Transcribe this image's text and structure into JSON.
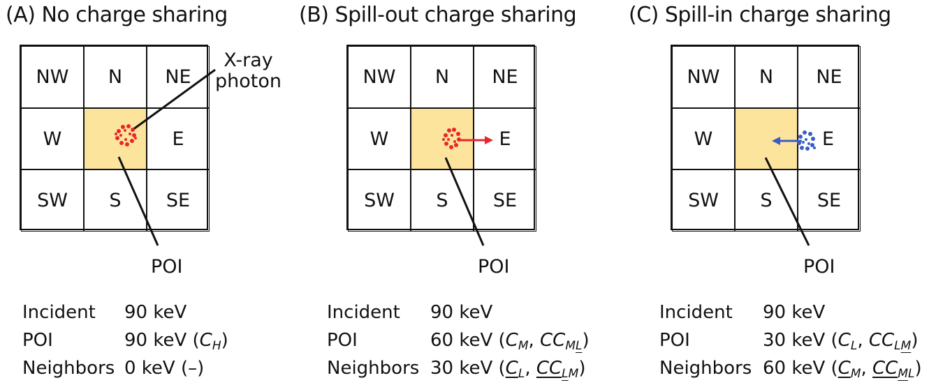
{
  "panels": [
    {
      "title": "(A) No charge sharing",
      "cells": [
        "NW",
        "N",
        "NE",
        "W",
        "",
        "E",
        "SW",
        "S",
        "SE"
      ],
      "poi_label": "POI",
      "xray_label_line1": "X-ray",
      "xray_label_line2": "photon",
      "rows": [
        {
          "label": "Incident",
          "value": "90 keV"
        },
        {
          "label": "POI",
          "value_prefix": "90 keV (",
          "sym1": "C",
          "sym1_sub": "H",
          "value_suffix": ")"
        },
        {
          "label": "Neighbors",
          "value": " 0 keV (–)"
        }
      ]
    },
    {
      "title": "(B) Spill-out charge sharing",
      "cells": [
        "NW",
        "N",
        "NE",
        "W",
        "",
        "E",
        "SW",
        "S",
        "SE"
      ],
      "poi_label": "POI",
      "rows": [
        {
          "label": "Incident",
          "value": "90 keV"
        },
        {
          "label": "POI",
          "value_prefix": "60 keV (",
          "sym1": "C",
          "sym1_sub": "M",
          "sep": ", ",
          "sym2": "CC",
          "sym2_sub_a": "M",
          "sym2_sub_b": "L",
          "value_suffix": ")"
        },
        {
          "label": "Neighbors",
          "value_prefix": "30 keV (",
          "sym1": "C",
          "sym1_sub": "L",
          "sep": ", ",
          "sym2": "CC",
          "sym2_sub_a": "L",
          "sym2_sub_b": "M",
          "value_suffix": ")"
        }
      ]
    },
    {
      "title": "(C) Spill-in charge sharing",
      "cells": [
        "NW",
        "N",
        "NE",
        "W",
        "",
        "E",
        "SW",
        "S",
        "SE"
      ],
      "poi_label": "POI",
      "rows": [
        {
          "label": "Incident",
          "value": "90 keV"
        },
        {
          "label": "POI",
          "value_prefix": "30 keV (",
          "sym1": "C",
          "sym1_sub": "L",
          "sep": ", ",
          "sym2": "CC",
          "sym2_sub_a": "L",
          "sym2_sub_b": "M",
          "value_suffix": ")"
        },
        {
          "label": "Neighbors",
          "value_prefix": "60 keV (",
          "sym1": "C",
          "sym1_sub": "M",
          "sep": ", ",
          "sym2": "CC",
          "sym2_sub_a": "M",
          "sym2_sub_b": "L",
          "value_suffix": ")"
        }
      ]
    }
  ],
  "colors": {
    "poi_fill": "#fde49c",
    "charge_red": "#e8262a",
    "charge_blue": "#3a5dc4",
    "grid_line": "#111111"
  }
}
